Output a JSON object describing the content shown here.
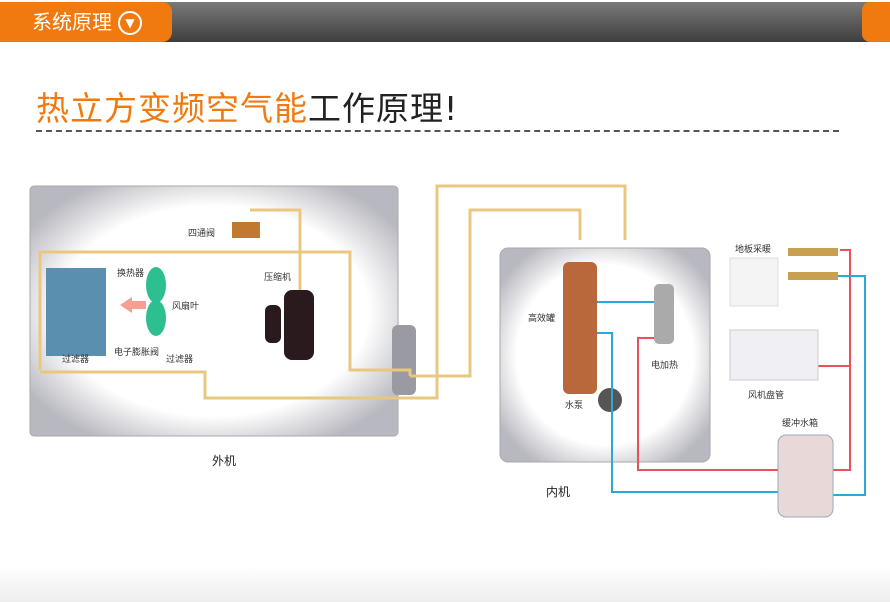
{
  "header": {
    "tab_label": "系统原理",
    "tab_icon": "chevron-down-circle-icon"
  },
  "title": {
    "highlight": "热立方变频空气能",
    "rest": "工作原理!"
  },
  "outdoor": {
    "label": "外机",
    "components": {
      "four_way_valve": "四通阀",
      "heat_exchanger": "换热器",
      "fan_blade": "风扇叶",
      "compressor": "压缩机",
      "filter_left": "过滤器",
      "expansion_valve": "电子膨胀阀",
      "filter_right": "过滤器"
    }
  },
  "indoor": {
    "label": "内机",
    "components": {
      "tank": "高效罐",
      "electric_heater": "电加热",
      "pump": "水泵"
    }
  },
  "terminals": {
    "floor_heating": "地板采暖",
    "fan_coil": "风机盘管",
    "buffer_tank": "缓冲水箱"
  },
  "colors": {
    "accent": "#f07a10",
    "pipe": "#e8c880",
    "hot": "#e8505a",
    "cold": "#2aa8d8"
  }
}
